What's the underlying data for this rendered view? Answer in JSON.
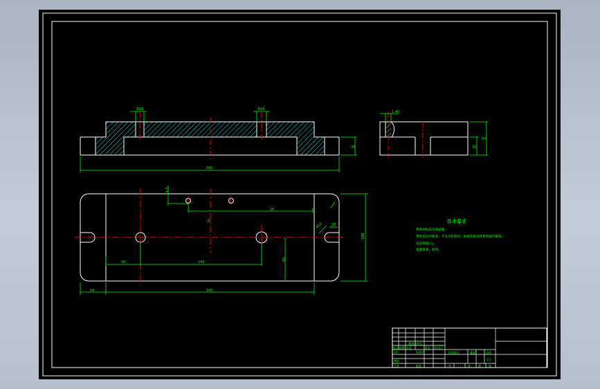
{
  "drawing": {
    "colors": {
      "background": "#000000",
      "outline": "#ffffff",
      "dimension": "#00ff00",
      "centerline": "#ff0000",
      "hatch": "#00ffff"
    },
    "technical_requirements": {
      "title": "技术要求",
      "items": [
        "零件材料去毛刺处理。",
        "零件加工时要求，不允许有裂纹、划痕等影响使用性能的缺陷。",
        "未注倒角C1。",
        "表面发黑，防锈。"
      ]
    },
    "front_view": {
      "dim_top_left": "Φ18",
      "dim_top_right": "Φ18",
      "dim_bottom": "340",
      "dim_right": "30"
    },
    "side_view": {
      "dim_top": "1:40",
      "dim_right_1": "30",
      "dim_right_2": "60"
    },
    "plan_view": {
      "dim_small_v": "1.5",
      "dim_slot_w": "16",
      "dim_center_h": "32",
      "dim_left_offset": "60",
      "dim_hole_spacing": "140",
      "dim_vertical": "80",
      "dim_bottom_left": "34",
      "dim_bottom_total": "340",
      "dim_height": "100",
      "dim_radius": "R10",
      "dim_slot_right": "18"
    },
    "title_block": {
      "left_labels": [
        "标记",
        "处数",
        "分区",
        "更改文件号",
        "签名",
        "年月日"
      ],
      "row_labels": [
        "设计",
        "审核",
        "工艺",
        "标准化",
        "批准"
      ],
      "mid_labels": [
        "阶段标记",
        "重量",
        "比例"
      ],
      "scale": "1:1",
      "sheet_labels": [
        "共",
        "张",
        "第",
        "张"
      ]
    }
  }
}
